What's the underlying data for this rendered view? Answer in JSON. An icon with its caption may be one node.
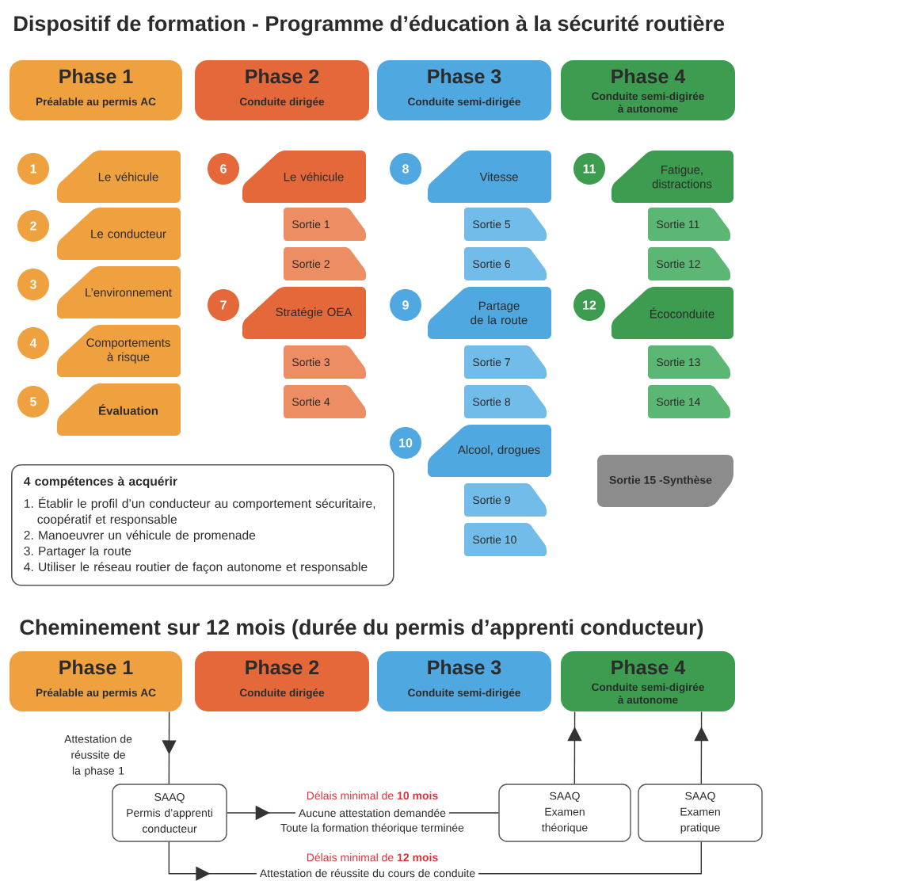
{
  "diagram": {
    "title": "Dispositif de formation - Programme d’éducation à la sécurité routière",
    "nodes": [
      {
        "text": [
          "Phase 1",
          "Préalable au permis AC"
        ]
      },
      {
        "text": [
          "Phase 2",
          "Conduite dirigée"
        ]
      },
      {
        "text": [
          "Phase 3",
          "Conduite semi-dirigée"
        ]
      },
      {
        "text": [
          "Phase 4",
          "Conduite semi-digirée à autonome"
        ]
      },
      {
        "text": [
          "1"
        ]
      },
      {
        "text": [
          "Le véhicule"
        ]
      },
      {
        "text": [
          "2"
        ]
      },
      {
        "text": [
          "Le conducteur"
        ]
      },
      {
        "text": [
          "3"
        ]
      },
      {
        "text": [
          "L’environnement"
        ]
      },
      {
        "text": [
          "4"
        ]
      },
      {
        "text": [
          "Comportements à risque"
        ]
      },
      {
        "text": [
          "5"
        ]
      },
      {
        "text": [
          "Évaluation"
        ]
      },
      {
        "text": [
          "6"
        ]
      },
      {
        "text": [
          "Le véhicule"
        ]
      },
      {
        "text": [
          "Sortie 1"
        ]
      },
      {
        "text": [
          "Sortie 2"
        ]
      },
      {
        "text": [
          "7"
        ]
      },
      {
        "text": [
          "Stratégie OEA"
        ]
      },
      {
        "text": [
          "Sortie 3"
        ]
      },
      {
        "text": [
          "Sortie 4"
        ]
      },
      {
        "text": [
          "8"
        ]
      },
      {
        "text": [
          "Vitesse"
        ]
      },
      {
        "text": [
          "Sortie 5"
        ]
      },
      {
        "text": [
          "Sortie 6"
        ]
      },
      {
        "text": [
          "9"
        ]
      },
      {
        "text": [
          "Partage de la route"
        ]
      },
      {
        "text": [
          "Sortie 7"
        ]
      },
      {
        "text": [
          "Sortie 8"
        ]
      },
      {
        "text": [
          "10"
        ]
      },
      {
        "text": [
          "Alcool, drogues"
        ]
      },
      {
        "text": [
          "Sortie 9"
        ]
      },
      {
        "text": [
          "Sortie 10"
        ]
      },
      {
        "text": [
          "11"
        ]
      },
      {
        "text": [
          "Fatigue, distractions"
        ]
      },
      {
        "text": [
          "Sortie 11"
        ]
      },
      {
        "text": [
          "Sortie 12"
        ]
      },
      {
        "text": [
          "12"
        ]
      },
      {
        "text": [
          "Écoconduite"
        ]
      },
      {
        "text": [
          "Sortie 13"
        ]
      },
      {
        "text": [
          "Sortie 14"
        ]
      },
      {
        "text": [
          "Sortie 15 -Synthèse"
        ]
      },
      {
        "text": [
          "4 compétences à acquérir",
          "1. Établir le profil d’un conducteur au comportement sécuritaire, coopératif et responsable",
          "2. Manoeuvrer un véhicule de promenade",
          "3. Partager la route",
          "4. Utiliser le réseau routier de façon autonome et responsable"
        ]
      },
      {
        "text": [
          "Phase 1",
          "Préalable au permis AC"
        ]
      },
      {
        "text": [
          "Phase 2",
          "Conduite dirigée"
        ]
      },
      {
        "text": [
          "Phase 3",
          "Conduite semi-dirigée"
        ]
      },
      {
        "text": [
          "Phase 4",
          "Conduite semi-digirée à autonome"
        ]
      },
      {
        "text": [
          "SAAQ",
          "Permis d’apprenti conducteur"
        ]
      },
      {
        "text": [
          "SAAQ",
          "Examen théorique"
        ]
      },
      {
        "text": [
          "SAAQ",
          "Examen pratique"
        ]
      }
    ],
    "edges": [
      {
        "from": 44,
        "to": 48,
        "arrow": "to",
        "label": "Attestation de réussite de la phase 1"
      },
      {
        "from": 48,
        "to": 49,
        "arrow": "to",
        "label": "Aucune attestation demandée"
      },
      {
        "from": 49,
        "to": 47,
        "arrow": "to"
      },
      {
        "from": 48,
        "to": 50,
        "arrow": "to",
        "label": "Attestation de réussite du cours de conduite"
      },
      {
        "from": 50,
        "to": 47,
        "arrow": "to"
      }
    ],
    "labels": [
      "Cheminement sur 12 mois (durée du permis d’apprenti conducteur)",
      "Délais minimal de **10 mois**",
      "Toute la formation théorique terminée",
      "Délais minimal de **12 mois**"
    ]
  }
}
